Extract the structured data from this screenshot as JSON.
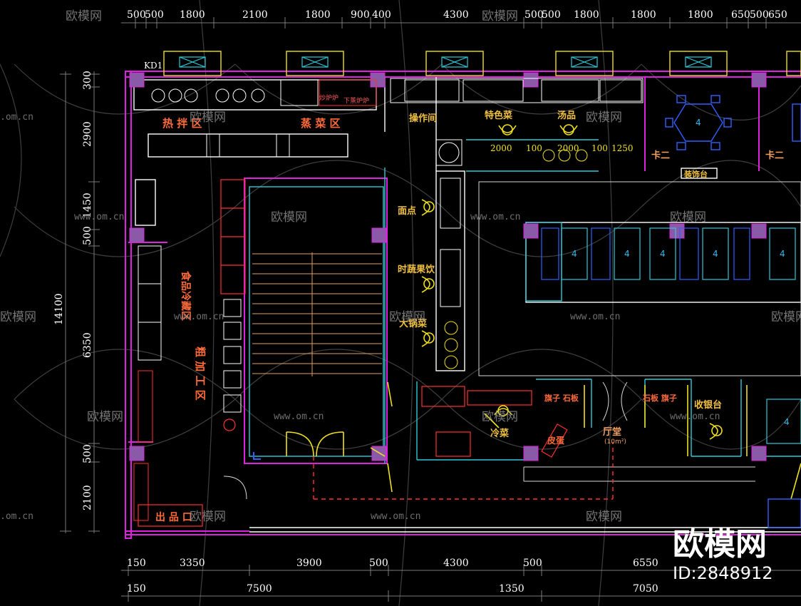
{
  "top_dims": [
    "500",
    "500",
    "1800",
    "2100",
    "1800",
    "900",
    "400",
    "4300",
    "500",
    "500",
    "1800",
    "1800",
    "1800",
    "650",
    "500",
    "650"
  ],
  "left_dims": [
    "300",
    "2900",
    "1450",
    "500",
    "6350",
    "500",
    "2100"
  ],
  "left_total": "14100",
  "bottom_dims_1": [
    "150",
    "3350",
    "3900",
    "500",
    "4300",
    "500",
    "6550"
  ],
  "bottom_dims_2": [
    "150",
    "7500",
    "1350",
    "7050"
  ],
  "door_tag": "KD1",
  "zones": {
    "hot_kitchen": "热 拌 区",
    "steam": "蒸 菜 区",
    "operation": "操作间",
    "special": "特色菜",
    "soup": "汤品",
    "noodle": "面点",
    "fruit": "时蔬果饮",
    "bowl": "大锅菜",
    "cold_store": "食品冷藏区",
    "process": "粗 加 工 区",
    "pass": "出 品 口",
    "cold_dish": "冷菜",
    "booth_left": "卡二",
    "booth_right": "卡二",
    "decor": "装饰台",
    "flag_left": "旗子 石板",
    "flag_right": "石板 旗子",
    "cashier": "收银台",
    "hall": "厅堂",
    "hall_area": "(10m²)",
    "leather": "皮蛋",
    "stove_small": "炒炉炉",
    "stove_small2": "下蒸炉炉"
  },
  "inner_dims": [
    "2000",
    "100",
    "2000",
    "100",
    "1250"
  ],
  "table_seat_label": "4",
  "watermark": {
    "brand": "欧模网",
    "url": "www.om.cn",
    "url_short": ".om.cn",
    "logo": "欧模网",
    "id": "ID:2848912"
  },
  "colors": {
    "wall_magenta": "#e020e0",
    "wall_cyan": "#30c8d8",
    "line_white": "#ffffff",
    "yellow": "#f0e020",
    "red": "#ff3030",
    "blue": "#3060ff",
    "orange_text": "#ff6a3a",
    "gold_text": "#f0c040"
  }
}
